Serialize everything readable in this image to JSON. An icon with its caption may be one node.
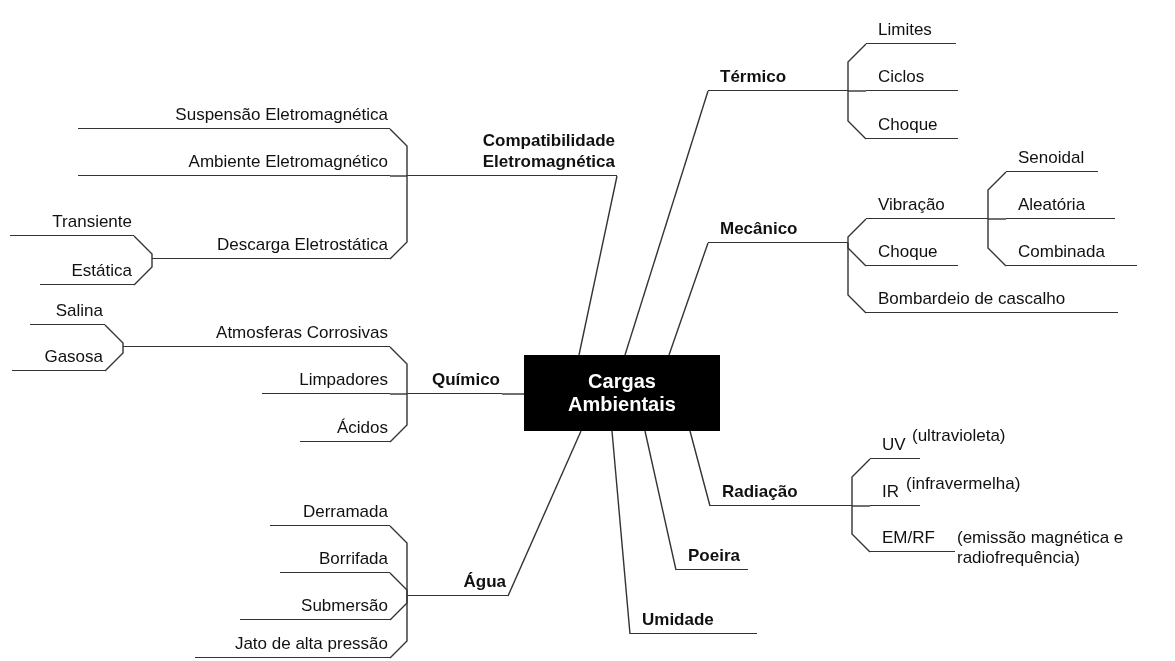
{
  "diagram": {
    "nodes": [
      {
        "text": [
          "Cargas Ambientais"
        ]
      },
      {
        "text": [
          "Compatibilidade Eletromagnética"
        ]
      },
      {
        "text": [
          "Suspensão Eletromagnética"
        ]
      },
      {
        "text": [
          "Ambiente Eletromagnético"
        ]
      },
      {
        "text": [
          "Descarga Eletrostática"
        ]
      },
      {
        "text": [
          "Transiente"
        ]
      },
      {
        "text": [
          "Estática"
        ]
      },
      {
        "text": [
          "Químico"
        ]
      },
      {
        "text": [
          "Atmosferas Corrosivas"
        ]
      },
      {
        "text": [
          "Salina"
        ]
      },
      {
        "text": [
          "Gasosa"
        ]
      },
      {
        "text": [
          "Limpadores"
        ]
      },
      {
        "text": [
          "Ácidos"
        ]
      },
      {
        "text": [
          "Água"
        ]
      },
      {
        "text": [
          "Derramada"
        ]
      },
      {
        "text": [
          "Borrifada"
        ]
      },
      {
        "text": [
          "Submersão"
        ]
      },
      {
        "text": [
          "Jato de alta pressão"
        ]
      },
      {
        "text": [
          "Térmico"
        ]
      },
      {
        "text": [
          "Limites"
        ]
      },
      {
        "text": [
          "Ciclos"
        ]
      },
      {
        "text": [
          "Choque"
        ]
      },
      {
        "text": [
          "Mecânico"
        ]
      },
      {
        "text": [
          "Vibração"
        ]
      },
      {
        "text": [
          "Senoidal"
        ]
      },
      {
        "text": [
          "Aleatória"
        ]
      },
      {
        "text": [
          "Combinada"
        ]
      },
      {
        "text": [
          "Choque"
        ]
      },
      {
        "text": [
          "Bombardeio de cascalho"
        ]
      },
      {
        "text": [
          "Radiação"
        ]
      },
      {
        "text": [
          "UV"
        ],
        "beside": [
          "(ultravioleta)"
        ]
      },
      {
        "text": [
          "IR"
        ],
        "beside": [
          "(infravermelha)"
        ]
      },
      {
        "text": [
          "EM/RF"
        ],
        "beside": [
          "(emissão magnética e radiofrequência)"
        ]
      },
      {
        "text": [
          "Poeira"
        ]
      },
      {
        "text": [
          "Umidade"
        ]
      }
    ],
    "edges": [
      {
        "from": 0,
        "to": 1,
        "arrow": "none"
      },
      {
        "from": 1,
        "to": 2,
        "arrow": "none"
      },
      {
        "from": 1,
        "to": 3,
        "arrow": "none"
      },
      {
        "from": 1,
        "to": 4,
        "arrow": "none"
      },
      {
        "from": 4,
        "to": 5,
        "arrow": "none"
      },
      {
        "from": 4,
        "to": 6,
        "arrow": "none"
      },
      {
        "from": 0,
        "to": 7,
        "arrow": "none"
      },
      {
        "from": 7,
        "to": 8,
        "arrow": "none"
      },
      {
        "from": 8,
        "to": 9,
        "arrow": "none"
      },
      {
        "from": 8,
        "to": 10,
        "arrow": "none"
      },
      {
        "from": 7,
        "to": 11,
        "arrow": "none"
      },
      {
        "from": 7,
        "to": 12,
        "arrow": "none"
      },
      {
        "from": 0,
        "to": 13,
        "arrow": "none"
      },
      {
        "from": 13,
        "to": 14,
        "arrow": "none"
      },
      {
        "from": 13,
        "to": 15,
        "arrow": "none"
      },
      {
        "from": 13,
        "to": 16,
        "arrow": "none"
      },
      {
        "from": 13,
        "to": 17,
        "arrow": "none"
      },
      {
        "from": 0,
        "to": 18,
        "arrow": "none"
      },
      {
        "from": 18,
        "to": 19,
        "arrow": "none"
      },
      {
        "from": 18,
        "to": 20,
        "arrow": "none"
      },
      {
        "from": 18,
        "to": 21,
        "arrow": "none"
      },
      {
        "from": 0,
        "to": 22,
        "arrow": "none"
      },
      {
        "from": 22,
        "to": 23,
        "arrow": "none"
      },
      {
        "from": 23,
        "to": 24,
        "arrow": "none"
      },
      {
        "from": 23,
        "to": 25,
        "arrow": "none"
      },
      {
        "from": 23,
        "to": 26,
        "arrow": "none"
      },
      {
        "from": 22,
        "to": 27,
        "arrow": "none"
      },
      {
        "from": 22,
        "to": 28,
        "arrow": "none"
      },
      {
        "from": 0,
        "to": 29,
        "arrow": "none"
      },
      {
        "from": 29,
        "to": 30,
        "arrow": "none"
      },
      {
        "from": 29,
        "to": 31,
        "arrow": "none"
      },
      {
        "from": 29,
        "to": 32,
        "arrow": "none"
      },
      {
        "from": 0,
        "to": 33,
        "arrow": "none"
      },
      {
        "from": 0,
        "to": 34,
        "arrow": "none"
      }
    ]
  }
}
